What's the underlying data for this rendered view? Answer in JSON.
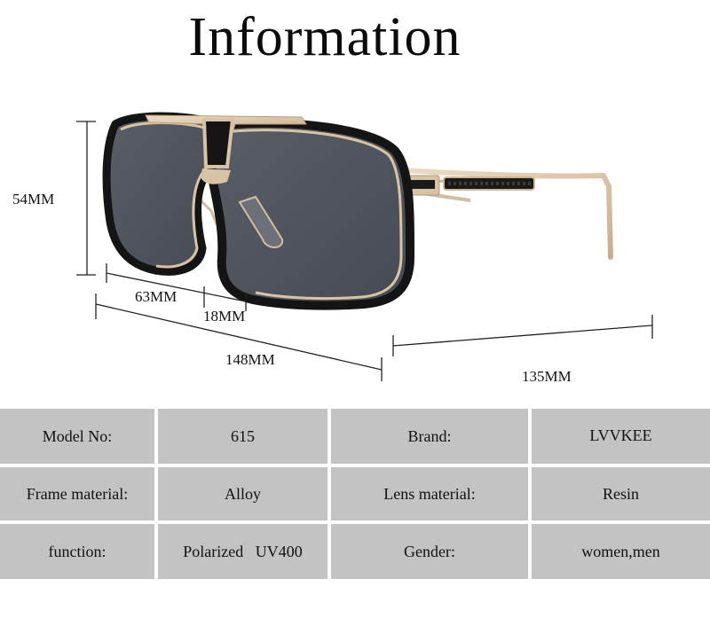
{
  "header": {
    "title": "Information"
  },
  "dimensions": {
    "lens_height": "54MM",
    "lens_width": "63MM",
    "bridge_width": "18MM",
    "frame_width": "148MM",
    "temple_length": "135MM"
  },
  "specs": {
    "model_no_label": "Model No:",
    "model_no_value": "615",
    "brand_label": "Brand:",
    "brand_value": "LVVKEE",
    "frame_material_label": "Frame material:",
    "frame_material_value": "Alloy",
    "lens_material_label": "Lens material:",
    "lens_material_value": "Resin",
    "function_label": "function:",
    "function_value": "Polarized   UV400",
    "gender_label": "Gender:",
    "gender_value": "women,men"
  },
  "colors": {
    "table_cell": "#c3c3c3",
    "frame_gold": "#d8c3a6",
    "frame_black": "#141414",
    "lens_gray": "#50545c"
  }
}
